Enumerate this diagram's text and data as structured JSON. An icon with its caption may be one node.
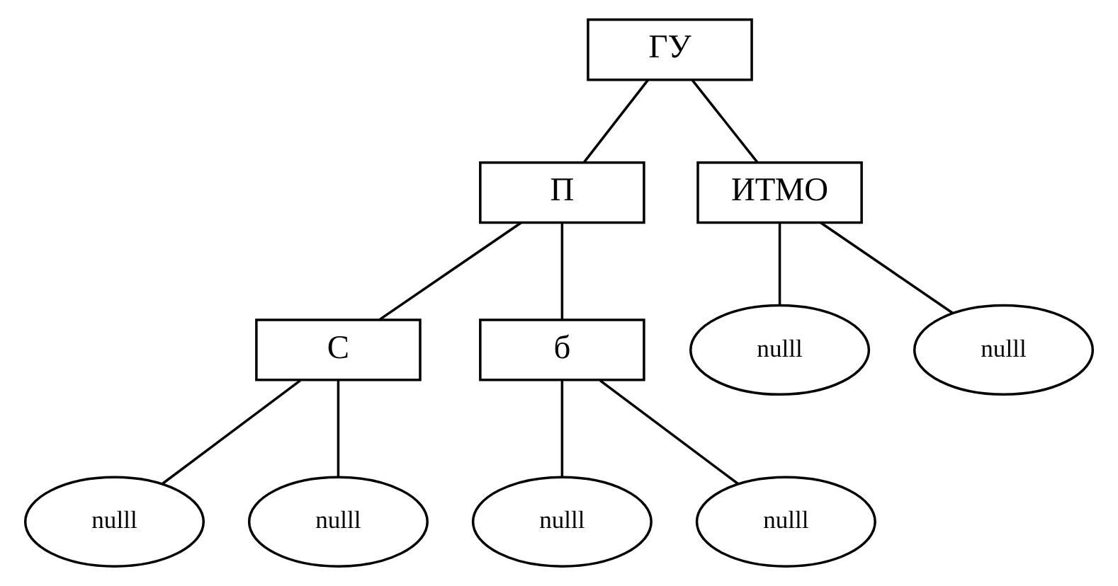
{
  "diagram": {
    "nodes": [
      {
        "text": [
          "ГУ"
        ]
      },
      {
        "text": [
          "П"
        ]
      },
      {
        "text": [
          "ИТМО"
        ]
      },
      {
        "text": [
          "С"
        ]
      },
      {
        "text": [
          "б"
        ]
      },
      {
        "text": [
          "nulll"
        ]
      },
      {
        "text": [
          "nulll"
        ]
      },
      {
        "text": [
          "nulll"
        ]
      },
      {
        "text": [
          "nulll"
        ]
      },
      {
        "text": [
          "nulll"
        ]
      },
      {
        "text": [
          "nulll"
        ]
      }
    ],
    "edges": [
      {
        "from": 0,
        "to": 1,
        "arrow": "none"
      },
      {
        "from": 0,
        "to": 2,
        "arrow": "none"
      },
      {
        "from": 1,
        "to": 3,
        "arrow": "none"
      },
      {
        "from": 1,
        "to": 4,
        "arrow": "none"
      },
      {
        "from": 2,
        "to": 5,
        "arrow": "none"
      },
      {
        "from": 2,
        "to": 6,
        "arrow": "none"
      },
      {
        "from": 3,
        "to": 7,
        "arrow": "none"
      },
      {
        "from": 3,
        "to": 8,
        "arrow": "none"
      },
      {
        "from": 4,
        "to": 9,
        "arrow": "none"
      },
      {
        "from": 4,
        "to": 10,
        "arrow": "none"
      }
    ]
  }
}
